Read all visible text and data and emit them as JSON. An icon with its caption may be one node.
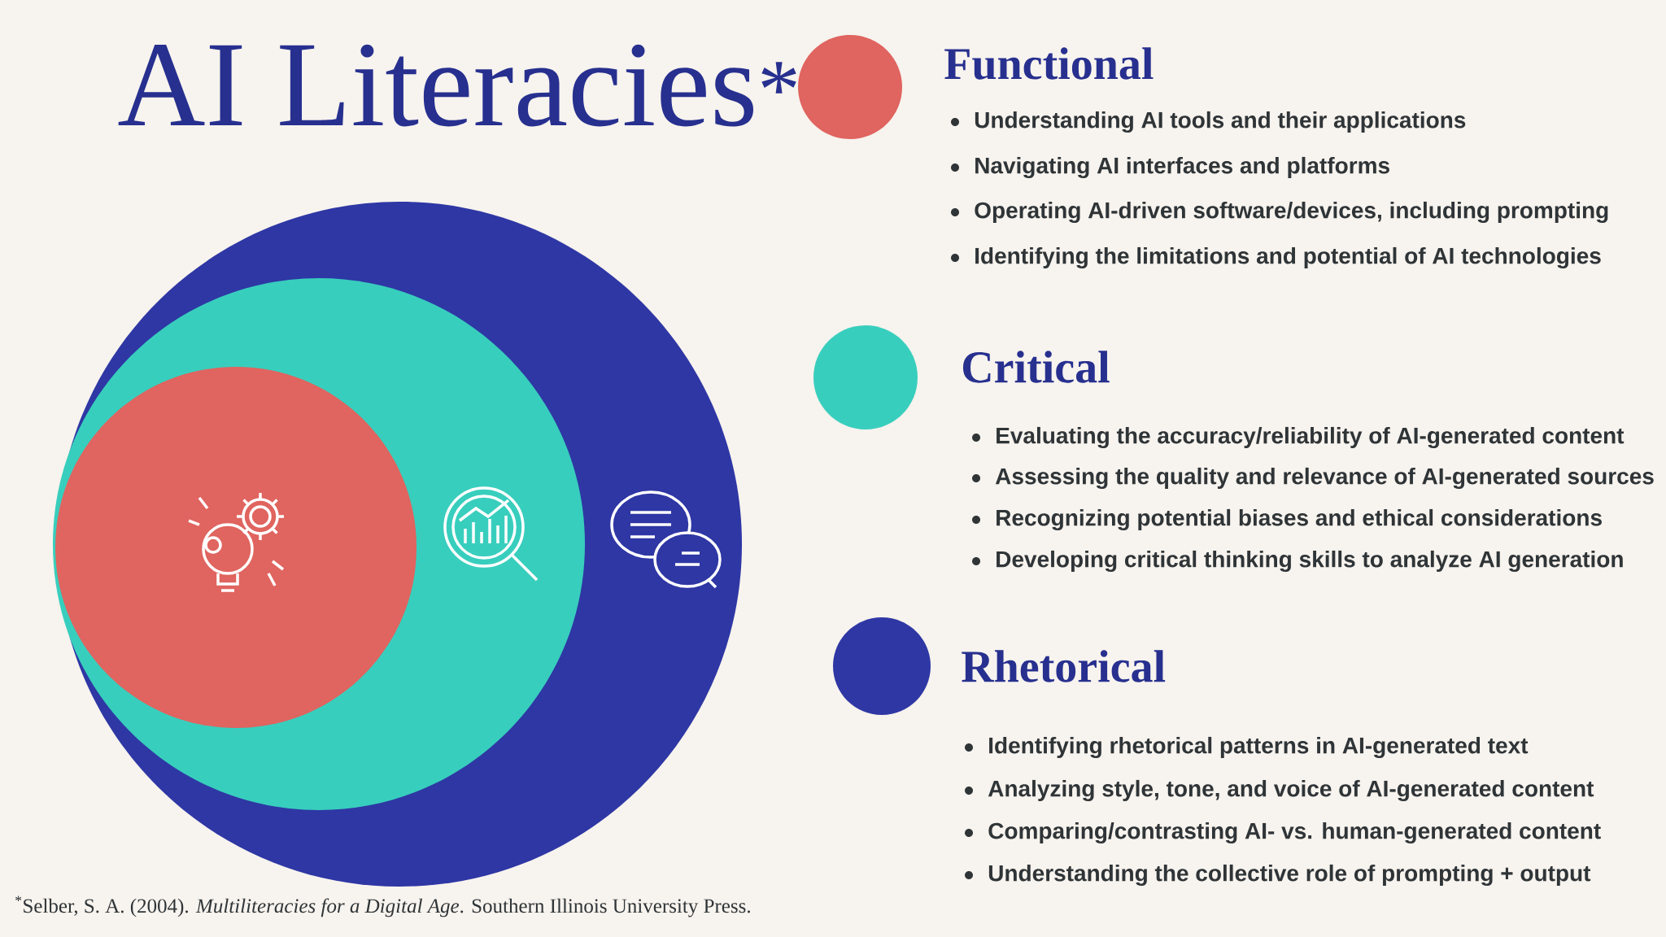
{
  "diagram": {
    "title": "AI Literacies$^{*}$",
    "legend": [
      {
        "text": "Functional",
        "color": "#e0645f"
      },
      {
        "text": "Critical",
        "color": "#38cebd"
      },
      {
        "text": "Rhetorical",
        "color": "#2e37a4"
      }
    ],
    "labels": [
      "Understanding AI tools and their applications",
      "Navigating AI interfaces and platforms",
      "Operating AI-driven software/devices, including prompting",
      "Identifying the limitations and potential of AI technologies",
      "Evaluating the accuracy/reliability of AI-generated content",
      "Assessing the quality and relevance of AI-generated sources",
      "Recognizing potential biases and ethical considerations",
      "Developing critical thinking skills to analyze AI generation",
      "Identifying rhetorical patterns in AI-generated text",
      "Analyzing style, tone, and voice of AI-generated content",
      "Comparing/contrasting AI- vs. human-generated content",
      "Understanding the collective role of prompting + output",
      "$^{*}$Selber, S. A. (2004). *Multiliteracies for a Digital Age*. Southern Illinois University Press."
    ]
  }
}
